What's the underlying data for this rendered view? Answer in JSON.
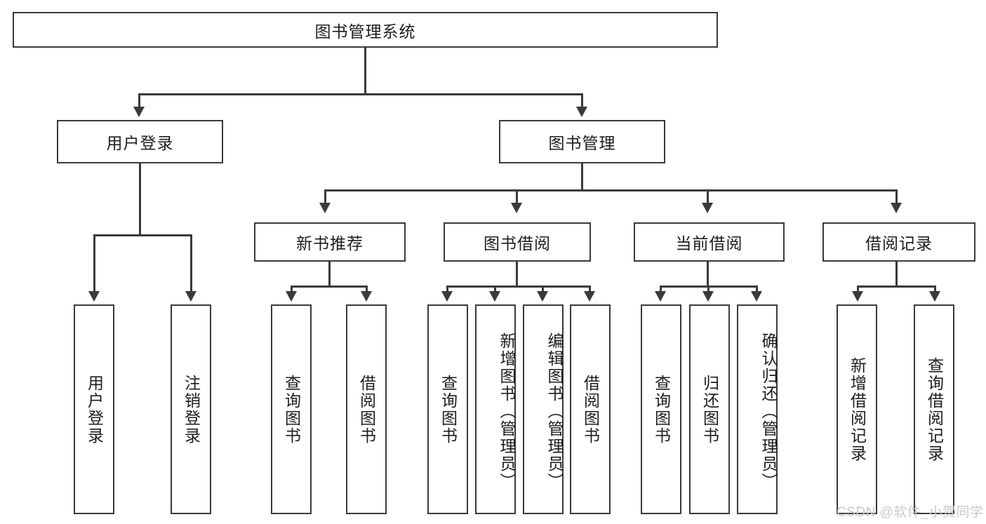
{
  "diagram": {
    "type": "tree-hierarchy-chart",
    "title_node": {
      "label": "图书管理系统"
    },
    "level2": [
      {
        "label": "用户登录"
      },
      {
        "label": "图书管理"
      }
    ],
    "level3": [
      {
        "label": "新书推荐"
      },
      {
        "label": "图书借阅"
      },
      {
        "label": "当前借阅"
      },
      {
        "label": "借阅记录"
      }
    ],
    "leaves": {
      "user_login": [
        {
          "label": "用户登录"
        },
        {
          "label": "注销登录"
        }
      ],
      "new_book_recommend": [
        {
          "label": "查询图书"
        },
        {
          "label": "借阅图书"
        }
      ],
      "book_borrow": [
        {
          "label": "查询图书"
        },
        {
          "label": "新增图书（管理员）"
        },
        {
          "label": "编辑图书（管理员）"
        },
        {
          "label": "借阅图书"
        }
      ],
      "current_borrow": [
        {
          "label": "查询图书"
        },
        {
          "label": "归还图书"
        },
        {
          "label": "确认归还（管理员）"
        }
      ],
      "borrow_record": [
        {
          "label": "新增借阅记录"
        },
        {
          "label": "查询借阅记录"
        }
      ]
    }
  },
  "watermark": {
    "text": "CSDN @软件_小贺同学"
  },
  "colors": {
    "stroke": "#3a3a3a",
    "text": "#1d1d1d",
    "background": "#ffffff",
    "watermark": "#c9c9c9"
  }
}
